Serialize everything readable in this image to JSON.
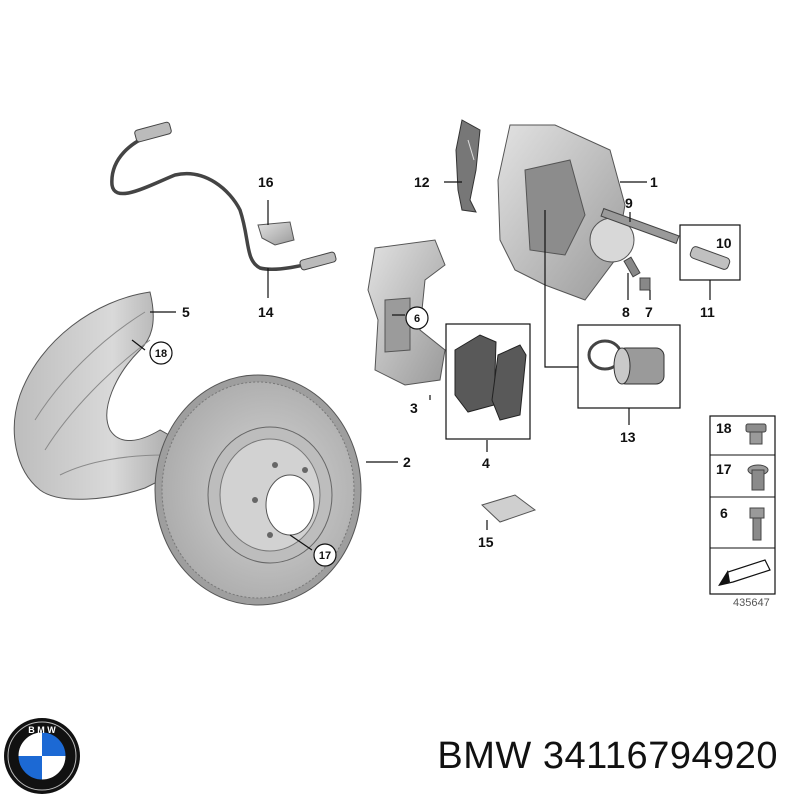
{
  "diagram": {
    "callouts": [
      "1",
      "2",
      "3",
      "4",
      "5",
      "6",
      "7",
      "8",
      "9",
      "10",
      "11",
      "12",
      "13",
      "14",
      "15",
      "16",
      "17",
      "18"
    ],
    "legend_items": [
      "18",
      "17",
      "6"
    ],
    "diagram_id": "435647"
  },
  "footer": {
    "brand": "BMW",
    "part_number": "34116794920",
    "logo_letters": "BMW"
  },
  "colors": {
    "part_fill": "#c8c8c8",
    "part_dark": "#5a5a5a",
    "line": "#111111",
    "bmw_blue": "#1c69d4"
  },
  "icons": [
    "bmw-logo-icon",
    "arrow-icon"
  ]
}
